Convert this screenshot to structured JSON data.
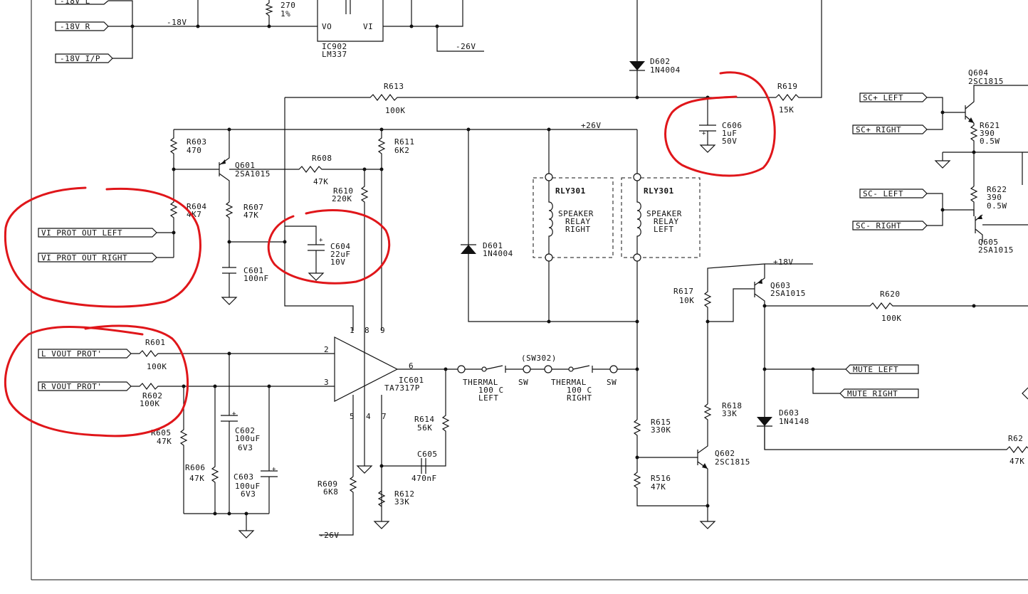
{
  "connectors": {
    "n18v_l": "-18V L",
    "n18v_r": "-18V R",
    "n18v_ip": "-18V I/P",
    "vi_left": "VI PROT OUT LEFT",
    "vi_right": "VI PROT OUT RIGHT",
    "l_vout": "L VOUT PROT'",
    "r_vout": "R VOUT PROT'",
    "sc_plus_left": "SC+ LEFT",
    "sc_plus_right": "SC+ RIGHT",
    "sc_minus_left": "SC- LEFT",
    "sc_minus_right": "SC- RIGHT",
    "mute_left": "MUTE LEFT",
    "mute_right": "MUTE RIGHT"
  },
  "rails": {
    "n18v": "-18V",
    "n26v_top": "-26V",
    "p26v": "+26V",
    "p18v": "+18V",
    "n26v_bottom": "-26V"
  },
  "components": {
    "r_top_val": "270",
    "r_top_tol": "1%",
    "ic902_vo": "VO",
    "ic902_vi": "VI",
    "ic902_ref": "IC902",
    "ic902_part": "LM337",
    "r613_ref": "R613",
    "r613_val": "100K",
    "d602_ref": "D602",
    "d602_part": "1N4004",
    "r619_ref": "R619",
    "r619_val": "15K",
    "c606_ref": "C606",
    "c606_val": "1uF",
    "c606_v": "50V",
    "r603_ref": "R603",
    "r603_val": "470",
    "q601_ref": "Q601",
    "q601_part": "2SA1015",
    "r608_ref": "R608",
    "r608_val": "47K",
    "r611_ref": "R611",
    "r611_val": "6K2",
    "r610_ref": "R610",
    "r610_val": "220K",
    "r604_ref": "R604",
    "r604_val": "4K7",
    "r607_ref": "R607",
    "r607_val": "47K",
    "c604_ref": "C604",
    "c604_val": "22uF",
    "c604_v": "10V",
    "c601_ref": "C601",
    "c601_val": "100nF",
    "d601_ref": "D601",
    "d601_part": "1N4004",
    "rly_a_ref": "RLY301",
    "rly_a_l1": "SPEAKER",
    "rly_a_l2": "RELAY",
    "rly_a_l3": "RIGHT",
    "rly_b_ref": "RLY301",
    "rly_b_l1": "SPEAKER",
    "rly_b_l2": "RELAY",
    "rly_b_l3": "LEFT",
    "r601_ref": "R601",
    "r601_val": "100K",
    "r602_ref": "R602",
    "r602_val": "100K",
    "ic601_ref": "IC601",
    "ic601_part": "TA7317P",
    "pin1": "1",
    "pin8": "8",
    "pin9": "9",
    "pin2": "2",
    "pin3": "3",
    "pin6": "6",
    "pin5": "5",
    "pin4": "4",
    "pin7": "7",
    "sw302": "(SW302)",
    "th1_l1": "THERMAL",
    "th1_l2": "SW",
    "th1_l3": "100 C",
    "th1_l4": "LEFT",
    "th2_l1": "THERMAL",
    "th2_l2": "SW",
    "th2_l3": "100 C",
    "th2_l4": "RIGHT",
    "r605_ref": "R605",
    "r605_val": "47K",
    "r606_ref": "R606",
    "r606_val": "47K",
    "c602_ref": "C602",
    "c602_val": "100uF",
    "c602_v": "6V3",
    "c603_ref": "C603",
    "c603_val": "100uF",
    "c603_v": "6V3",
    "r614_ref": "R614",
    "r614_val": "56K",
    "c605_ref": "C605",
    "c605_val": "470nF",
    "r609_ref": "R609",
    "r609_val": "6K8",
    "r612_ref": "R612",
    "r612_val": "33K",
    "r615_ref": "R615",
    "r615_val": "330K",
    "r516_ref": "R516",
    "r516_val": "47K",
    "q602_ref": "Q602",
    "q602_part": "2SC1815",
    "r617_ref": "R617",
    "r617_val": "10K",
    "q603_ref": "Q603",
    "q603_part": "2SA1015",
    "r620_ref": "R620",
    "r620_val": "100K",
    "r618_ref": "R618",
    "r618_val": "33K",
    "d603_ref": "D603",
    "d603_part": "1N4148",
    "r62x_ref": "R62",
    "r62x_val": "47K",
    "q604_ref": "Q604",
    "q604_part": "2SC1815",
    "r621_ref": "R621",
    "r621_val": "390",
    "r621_w": "0.5W",
    "r622_ref": "R622",
    "r622_val": "390",
    "r622_w": "0.5W",
    "q605_ref": "Q605",
    "q605_part": "2SA1015"
  }
}
